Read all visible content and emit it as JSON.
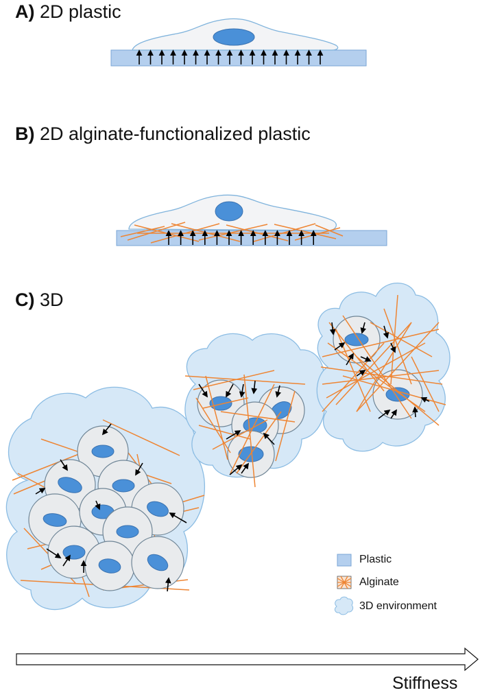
{
  "panels": {
    "a": {
      "letter": "A)",
      "title": "2D plastic"
    },
    "b": {
      "letter": "B)",
      "title": "2D alginate-functionalized plastic"
    },
    "c": {
      "letter": "C)",
      "title": "3D"
    }
  },
  "legend": {
    "plastic": "Plastic",
    "alginate": "Alginate",
    "environment": "3D environment"
  },
  "axis": {
    "label": "Stiffness"
  },
  "colors": {
    "plastic": "#b4cfee",
    "plastic_edge": "#7aa5d6",
    "alginate": "#ee8533",
    "environment": "#d6e8f7",
    "environment_edge": "#7fb3dc",
    "cell": "#e9ebed",
    "nucleus": "#4a90d8",
    "arrow": "#000000"
  }
}
